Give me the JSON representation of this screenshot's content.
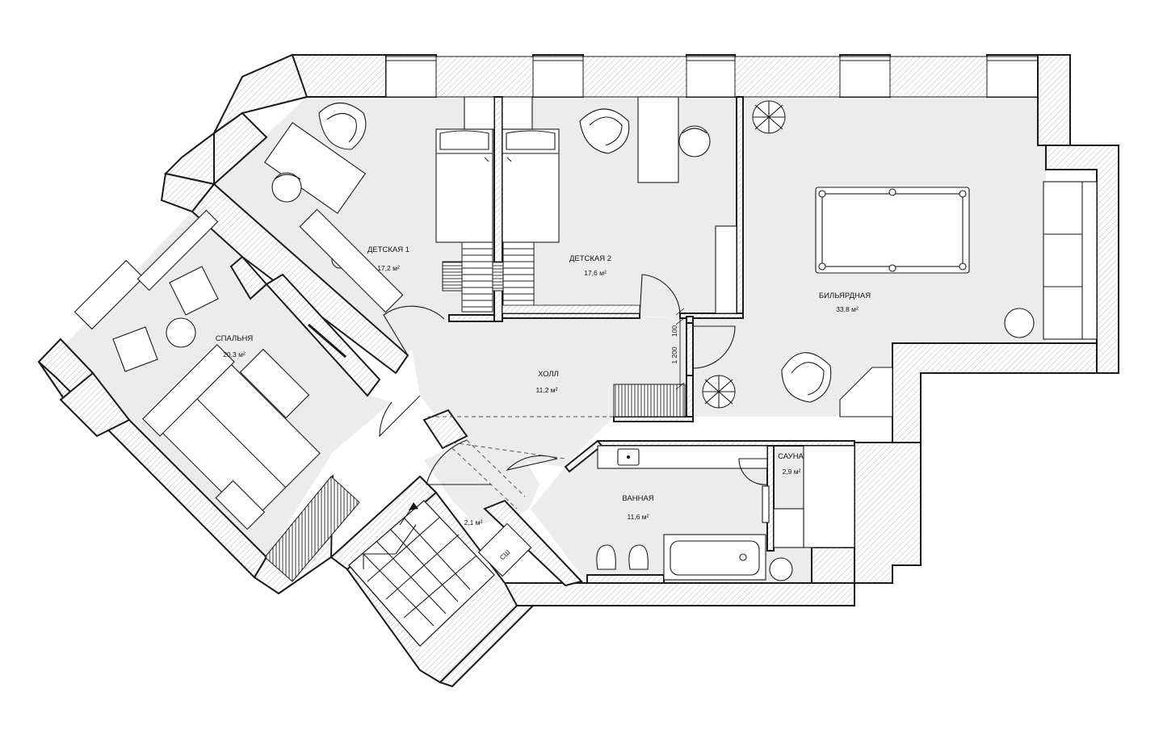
{
  "rooms": {
    "kids1": {
      "name": "ДЕТСКАЯ 1",
      "area": "17,2 м²"
    },
    "kids2": {
      "name": "ДЕТСКАЯ 2",
      "area": "17,6 м²"
    },
    "billiard": {
      "name": "БИЛЬЯРДНАЯ",
      "area": "33,8 м²"
    },
    "bedroom": {
      "name": "СПАЛЬНЯ",
      "area": "20,3 м²"
    },
    "hall": {
      "name": "ХОЛЛ",
      "area": "11,2 м²"
    },
    "sauna": {
      "name": "САУНА",
      "area": "2,9 м²"
    },
    "bath": {
      "name": "ВАННАЯ",
      "area": "11,6 м²"
    },
    "storage": {
      "name": "",
      "area": "2,1 м²"
    }
  },
  "fixtures": {
    "washer": "СШ"
  },
  "dimensions": {
    "d100": "100",
    "d1200": "1 200"
  },
  "colors": {
    "floor": "#ececec",
    "wall_stroke": "#1a1a1a",
    "background": "#ffffff"
  }
}
